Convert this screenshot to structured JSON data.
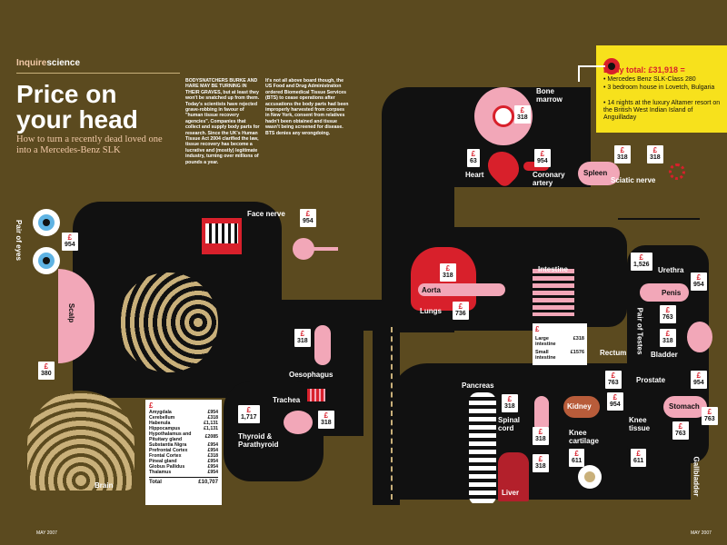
{
  "header": {
    "section_a": "Inquire",
    "section_b": "science",
    "title_line1": "Price on",
    "title_line2": "your head",
    "subtitle": "How to turn a recently dead loved one into a Mercedes-Benz SLK"
  },
  "intro": {
    "col1": "BODYSNATCHERS BURKE AND HARE MAY BE TURNING IN THEIR GRAVES, but at least they won't be snatched up from them. Today's scientists have rejected grave-robbing in favour of \"human tissue recovery agencies\". Companies that collect and supply body parts for research. Since the UK's Human Tissue Act 2004 clarified the law, tissue recovery has become a lucrative and (mostly) legitimate industry, turning over millions of pounds a year.",
    "col2": "It's not all above board though, the US Food and Drug Administration ordered Biomedical Tissue Services (BTS) to cease operations after accusations the body parts had been improperly harvested from corpses in New York, consent from relatives hadn't been obtained and tissue wasn't being screened for disease. BTS denies any wrongdoing."
  },
  "total_box": {
    "title": "Body total: £31,918 =",
    "items": [
      "• Mercedes Benz SLK-Class 280",
      "• 3 bedroom house in Lovetch, Bulgaria",
      "• 14 nights at the luxury Altamer resort on the British West Indian Island of Anguilladay"
    ]
  },
  "labels": {
    "bone_marrow": "Bone marrow",
    "heart": "Heart",
    "coronary": "Coronary artery",
    "spleen": "Spleen",
    "sciatic": "Sciatic nerve",
    "pair_eyes": "Pair of eyes",
    "face_nerve": "Face nerve",
    "scalp": "Scalp",
    "aorta": "Aorta",
    "lungs": "Lungs",
    "intestine": "Intestine",
    "urethra": "Urethra",
    "penis": "Penis",
    "pair_testes": "Pair of Testes",
    "bladder": "Bladder",
    "rectum": "Rectum",
    "prostate": "Prostate",
    "stomach": "Stomach",
    "oesophagus": "Oesophagus",
    "trachea": "Trachea",
    "thyroid": "Thyroid & Parathyroid",
    "pancreas": "Pancreas",
    "spinal": "Spinal cord",
    "kidney": "Kidney",
    "knee_cart": "Knee cartilage",
    "knee_tissue": "Knee tissue",
    "gallbladder": "Gallbladder",
    "liver": "Liver",
    "brain": "Brain"
  },
  "prices": {
    "p_bone": "318",
    "p_heart": "63",
    "p_coronary": "954",
    "p_spleen": "318",
    "p_sciatic": "318",
    "p_eyes": "954",
    "p_face": "954",
    "p_scalp": "380",
    "p_aorta": "318",
    "p_lungs": "736",
    "p_urethra": "1,526",
    "p_penis": "954",
    "p_testes": "763",
    "p_bladder": "318",
    "p_rectum": "763",
    "p_prostate": "954",
    "p_stomach": "763",
    "p_oes": "318",
    "p_thyroid": "1,717",
    "p_trachea": "318",
    "p_pancreas": "318",
    "p_spinal": "318",
    "p_kidney": "954",
    "p_knee_cart": "611",
    "p_knee_tissue": "611",
    "p_gall": "763",
    "p_liver": "318"
  },
  "intestine_box": {
    "rows": [
      {
        "name": "Large intestine",
        "val": "£318"
      },
      {
        "name": "Small intestine",
        "val": "£1576"
      }
    ]
  },
  "brain_table": {
    "rows": [
      {
        "name": "Amygdala",
        "val": "£954"
      },
      {
        "name": "Cerebellum",
        "val": "£318"
      },
      {
        "name": "Habenula",
        "val": "£1,131"
      },
      {
        "name": "Hippocampus",
        "val": "£1,131"
      },
      {
        "name": "Hypothalamus and Pituitary gland",
        "val": "£2085"
      },
      {
        "name": "Substantia Nigra",
        "val": "£954"
      },
      {
        "name": "Prefrontal Cortex",
        "val": "£954"
      },
      {
        "name": "Frontal Cortex",
        "val": "£318"
      },
      {
        "name": "Pineal gland",
        "val": "£954"
      },
      {
        "name": "Globus Pallidus",
        "val": "£954"
      },
      {
        "name": "Thalamus",
        "val": "£954"
      }
    ],
    "total_label": "Total",
    "total_val": "£10,707"
  },
  "footer": {
    "left": "MAY 2007",
    "right": "MAY 2007"
  },
  "currency": "£",
  "colors": {
    "bg": "#5b4a1f",
    "accent_red": "#d8202b",
    "pink": "#f2a7b8",
    "yellow": "#f7e11c"
  }
}
